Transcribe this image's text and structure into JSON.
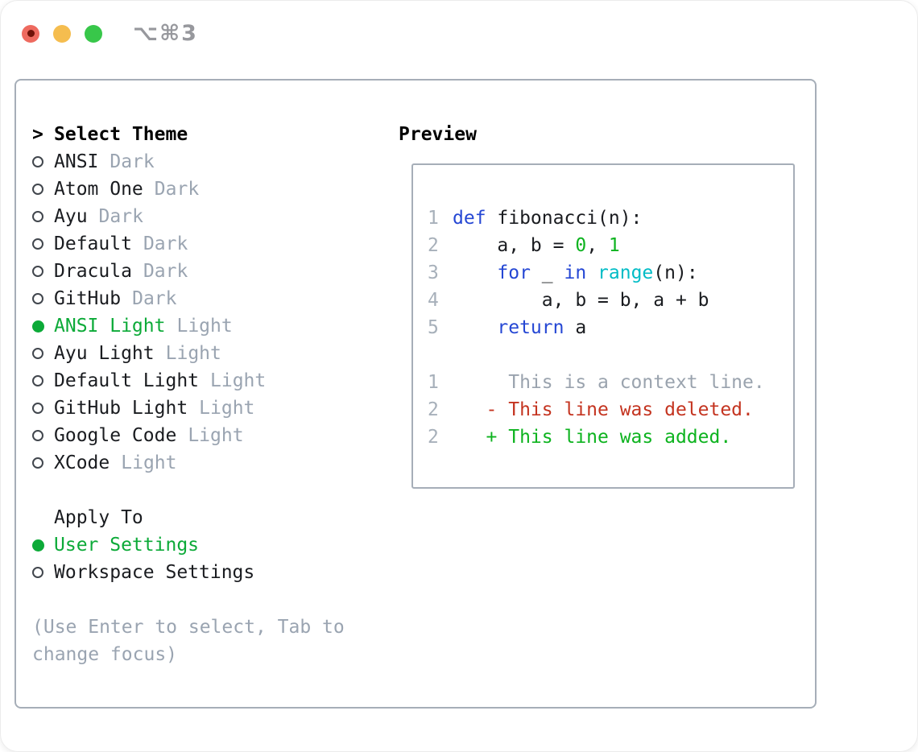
{
  "colors": {
    "text": "#1a1c20",
    "muted": "#9aa4b1",
    "green_ui": "#0caa38",
    "green_code": "#0db31f",
    "blue": "#2547d4",
    "cyan": "#00bcc6",
    "red": "#c43420",
    "lineno": "#a7b0ba",
    "border": "#a6aeb8",
    "light_red": "#ee6a5f",
    "light_red_dot": "#701208",
    "light_yellow": "#f5bd4f",
    "light_green": "#38c74a",
    "shortcut": "#97989d"
  },
  "window": {
    "shortcut_label": "⌥⌘3"
  },
  "theme_panel": {
    "cursor": ">",
    "title": "Select Theme",
    "themes": [
      {
        "name": "ANSI",
        "variant": "Dark",
        "selected": false
      },
      {
        "name": "Atom One",
        "variant": "Dark",
        "selected": false
      },
      {
        "name": "Ayu",
        "variant": "Dark",
        "selected": false
      },
      {
        "name": "Default",
        "variant": "Dark",
        "selected": false
      },
      {
        "name": "Dracula",
        "variant": "Dark",
        "selected": false
      },
      {
        "name": "GitHub",
        "variant": "Dark",
        "selected": false
      },
      {
        "name": "ANSI Light",
        "variant": "Light",
        "selected": true
      },
      {
        "name": "Ayu Light",
        "variant": "Light",
        "selected": false
      },
      {
        "name": "Default Light",
        "variant": "Light",
        "selected": false
      },
      {
        "name": "GitHub Light",
        "variant": "Light",
        "selected": false
      },
      {
        "name": "Google Code",
        "variant": "Light",
        "selected": false
      },
      {
        "name": "XCode",
        "variant": "Light",
        "selected": false
      }
    ],
    "apply_to": {
      "title": "Apply To",
      "options": [
        {
          "label": "User Settings",
          "selected": true
        },
        {
          "label": "Workspace Settings",
          "selected": false
        }
      ]
    },
    "help_text": "(Use Enter to select, Tab to change focus)"
  },
  "preview": {
    "title": "Preview",
    "code_lines": [
      {
        "num": "1",
        "tokens": [
          {
            "c": "kw",
            "t": "def"
          },
          {
            "c": "plain",
            "t": " fibonacci(n):"
          }
        ]
      },
      {
        "num": "2",
        "tokens": [
          {
            "c": "plain",
            "t": "    a, b = "
          },
          {
            "c": "num",
            "t": "0"
          },
          {
            "c": "plain",
            "t": ", "
          },
          {
            "c": "num",
            "t": "1"
          }
        ]
      },
      {
        "num": "3",
        "tokens": [
          {
            "c": "plain",
            "t": "    "
          },
          {
            "c": "kw",
            "t": "for"
          },
          {
            "c": "plain",
            "t": " _ "
          },
          {
            "c": "kw",
            "t": "in"
          },
          {
            "c": "plain",
            "t": " "
          },
          {
            "c": "fn",
            "t": "range"
          },
          {
            "c": "plain",
            "t": "(n):"
          }
        ]
      },
      {
        "num": "4",
        "tokens": [
          {
            "c": "plain",
            "t": "        a, b = b, a + b"
          }
        ]
      },
      {
        "num": "5",
        "tokens": [
          {
            "c": "plain",
            "t": "    "
          },
          {
            "c": "kw",
            "t": "return"
          },
          {
            "c": "plain",
            "t": " a"
          }
        ]
      },
      {
        "num": "",
        "tokens": []
      },
      {
        "num": "1",
        "tokens": [
          {
            "c": "ctx",
            "t": "     This is a context line."
          }
        ]
      },
      {
        "num": "2",
        "tokens": [
          {
            "c": "del",
            "t": "   - This line was deleted."
          }
        ]
      },
      {
        "num": "2",
        "tokens": [
          {
            "c": "add",
            "t": "   + This line was added."
          }
        ]
      }
    ]
  }
}
